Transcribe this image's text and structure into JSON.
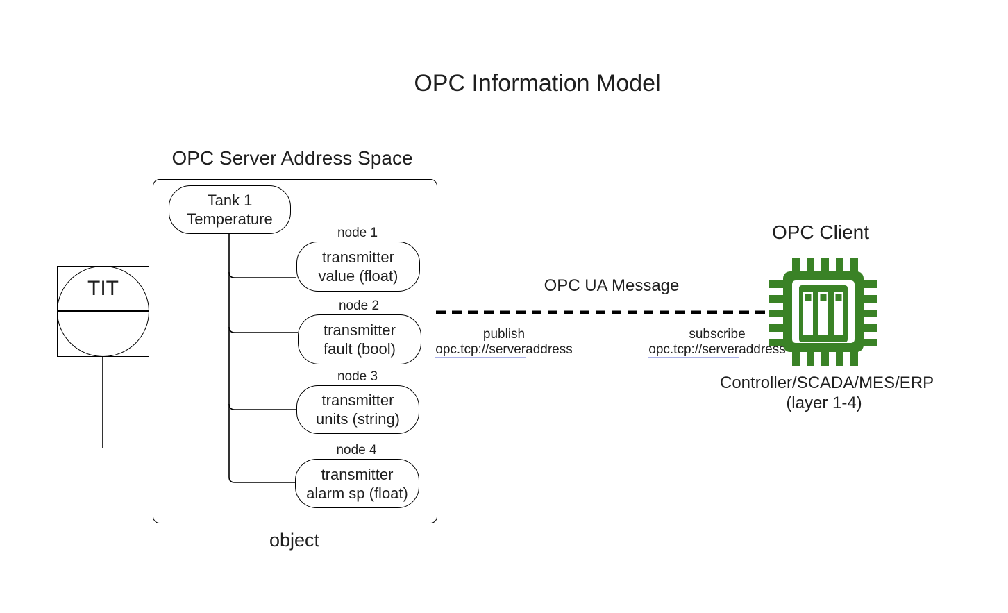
{
  "title": "OPC Information Model",
  "server": {
    "label": "OPC Server Address Space",
    "caption": "object",
    "root": {
      "line1": "Tank 1",
      "line2": "Temperature"
    },
    "nodes": [
      {
        "tag": "node 1",
        "line1": "transmitter",
        "line2": "value (float)"
      },
      {
        "tag": "node 2",
        "line1": "transmitter",
        "line2": "fault (bool)"
      },
      {
        "tag": "node 3",
        "line1": "transmitter",
        "line2": "units (string)"
      },
      {
        "tag": "node 4",
        "line1": "transmitter",
        "line2": "alarm sp (float)"
      }
    ]
  },
  "instrument": {
    "label": "TIT"
  },
  "message": {
    "label": "OPC UA Message",
    "publish": {
      "label": "publish",
      "url_link": "opc.tcp://server",
      "url_rest": "address"
    },
    "subscribe": {
      "label": "subscribe",
      "url_link": "opc.tcp://server",
      "url_rest": "address"
    }
  },
  "client": {
    "label": "OPC Client",
    "caption_line1": "Controller/SCADA/MES/ERP",
    "caption_line2": "(layer 1-4)",
    "chip_color": "#3a8226"
  },
  "colors": {
    "line": "#000000",
    "link_underline": "#a9b0e8"
  }
}
